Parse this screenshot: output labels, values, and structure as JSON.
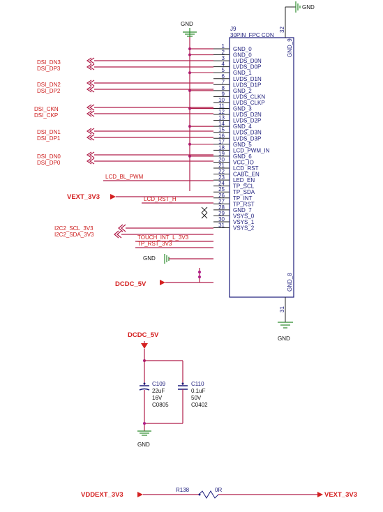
{
  "connector": {
    "ref": "J9",
    "part": "30PIN_FPC CON",
    "top_pin": "32",
    "top_pin_label": "GND_9",
    "bottom_pin": "31",
    "bottom_pin_label": "GND_8",
    "pins": [
      {
        "num": "1",
        "name": "GND_0"
      },
      {
        "num": "2",
        "name": "GND_0"
      },
      {
        "num": "3",
        "name": "LVDS_D0N"
      },
      {
        "num": "4",
        "name": "LVDS_D0P"
      },
      {
        "num": "5",
        "name": "GND_1"
      },
      {
        "num": "6",
        "name": "LVDS_D1N"
      },
      {
        "num": "7",
        "name": "LVDS_D1P"
      },
      {
        "num": "8",
        "name": "GND_2"
      },
      {
        "num": "9",
        "name": "LVDS_CLKN"
      },
      {
        "num": "10",
        "name": "LVDS_CLKP"
      },
      {
        "num": "11",
        "name": "GND_3"
      },
      {
        "num": "12",
        "name": "LVDS_D2N"
      },
      {
        "num": "13",
        "name": "LVDS_D2P"
      },
      {
        "num": "14",
        "name": "GND_4"
      },
      {
        "num": "15",
        "name": "LVDS_D3N"
      },
      {
        "num": "16",
        "name": "LVDS_D3P"
      },
      {
        "num": "17",
        "name": "GND_5"
      },
      {
        "num": "18",
        "name": "LCD_PWM_IN"
      },
      {
        "num": "19",
        "name": "GND_6"
      },
      {
        "num": "20",
        "name": "VCC_IO"
      },
      {
        "num": "21",
        "name": "LCD_RST"
      },
      {
        "num": "22",
        "name": "CABC_EN"
      },
      {
        "num": "23",
        "name": "LED_EN"
      },
      {
        "num": "24",
        "name": "TP_SCL"
      },
      {
        "num": "25",
        "name": "TP_SDA"
      },
      {
        "num": "26",
        "name": "TP_INT"
      },
      {
        "num": "27",
        "name": "TP_RST"
      },
      {
        "num": "28",
        "name": "GND_7"
      },
      {
        "num": "29",
        "name": "VSYS_0"
      },
      {
        "num": "30",
        "name": "VSYS_1"
      },
      {
        "num": "31",
        "name": "VSYS_2"
      }
    ]
  },
  "nets": {
    "dsi_dn3": "DSI_DN3",
    "dsi_dp3": "DSI_DP3",
    "dsi_dn2": "DSI_DN2",
    "dsi_dp2": "DSI_DP2",
    "dsi_ckn": "DSI_CKN",
    "dsi_ckp": "DSI_CKP",
    "dsi_dn1": "DSI_DN1",
    "dsi_dp1": "DSI_DP1",
    "dsi_dn0": "DSI_DN0",
    "dsi_dp0": "DSI_DP0",
    "lcd_bl_pwm": "LCD_BL_PWM",
    "vext_3v3": "VEXT_3V3",
    "lcd_rst_h": "LCD_RST_H",
    "i2c2_scl": "I2C2_SCL_3V3",
    "i2c2_sda": "I2C2_SDA_3V3",
    "touch_int": "TOUCH_INT_L_3V3",
    "tp_rst": "TP_RST_3V3",
    "gnd_pin28": "GND",
    "dcdc_5v_pin": "DCDC_5V",
    "gnd_top": "GND",
    "gnd_top_right": "GND",
    "gnd_bottom": "GND",
    "dcdc_5v_caps": "DCDC_5V",
    "gnd_caps": "GND",
    "vddext_3v3": "VDDEXT_3V3",
    "vext_3v3_out": "VEXT_3V3"
  },
  "capacitors": [
    {
      "ref": "C109",
      "value": "22uF",
      "voltage": "16V",
      "package": "C0805"
    },
    {
      "ref": "C110",
      "value": "0.1uF",
      "voltage": "50V",
      "package": "C0402"
    }
  ],
  "resistor": {
    "ref": "R138",
    "value": "0R"
  },
  "colors": {
    "net_label": "#cc1a1a",
    "power_label": "#d42020",
    "pin_text": "#1a1a7a",
    "wire": "#b01f4a",
    "ground": "#2a8a2a",
    "junction": "#b01f8a"
  }
}
